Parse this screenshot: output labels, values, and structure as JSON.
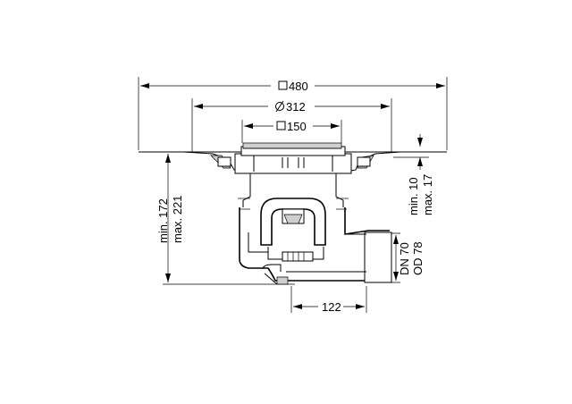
{
  "dimensions": {
    "overall_square": "480",
    "grate_diameter": "312",
    "grate_square": "150",
    "flange_range_min": "min. 10",
    "flange_range_max": "max. 17",
    "height_min": "min. 172",
    "height_max": "max. 221",
    "outlet_dn": "DN 70",
    "outlet_od": "OD 78",
    "outlet_offset": "122"
  },
  "symbols": {
    "square": "□",
    "diameter": "∅"
  }
}
